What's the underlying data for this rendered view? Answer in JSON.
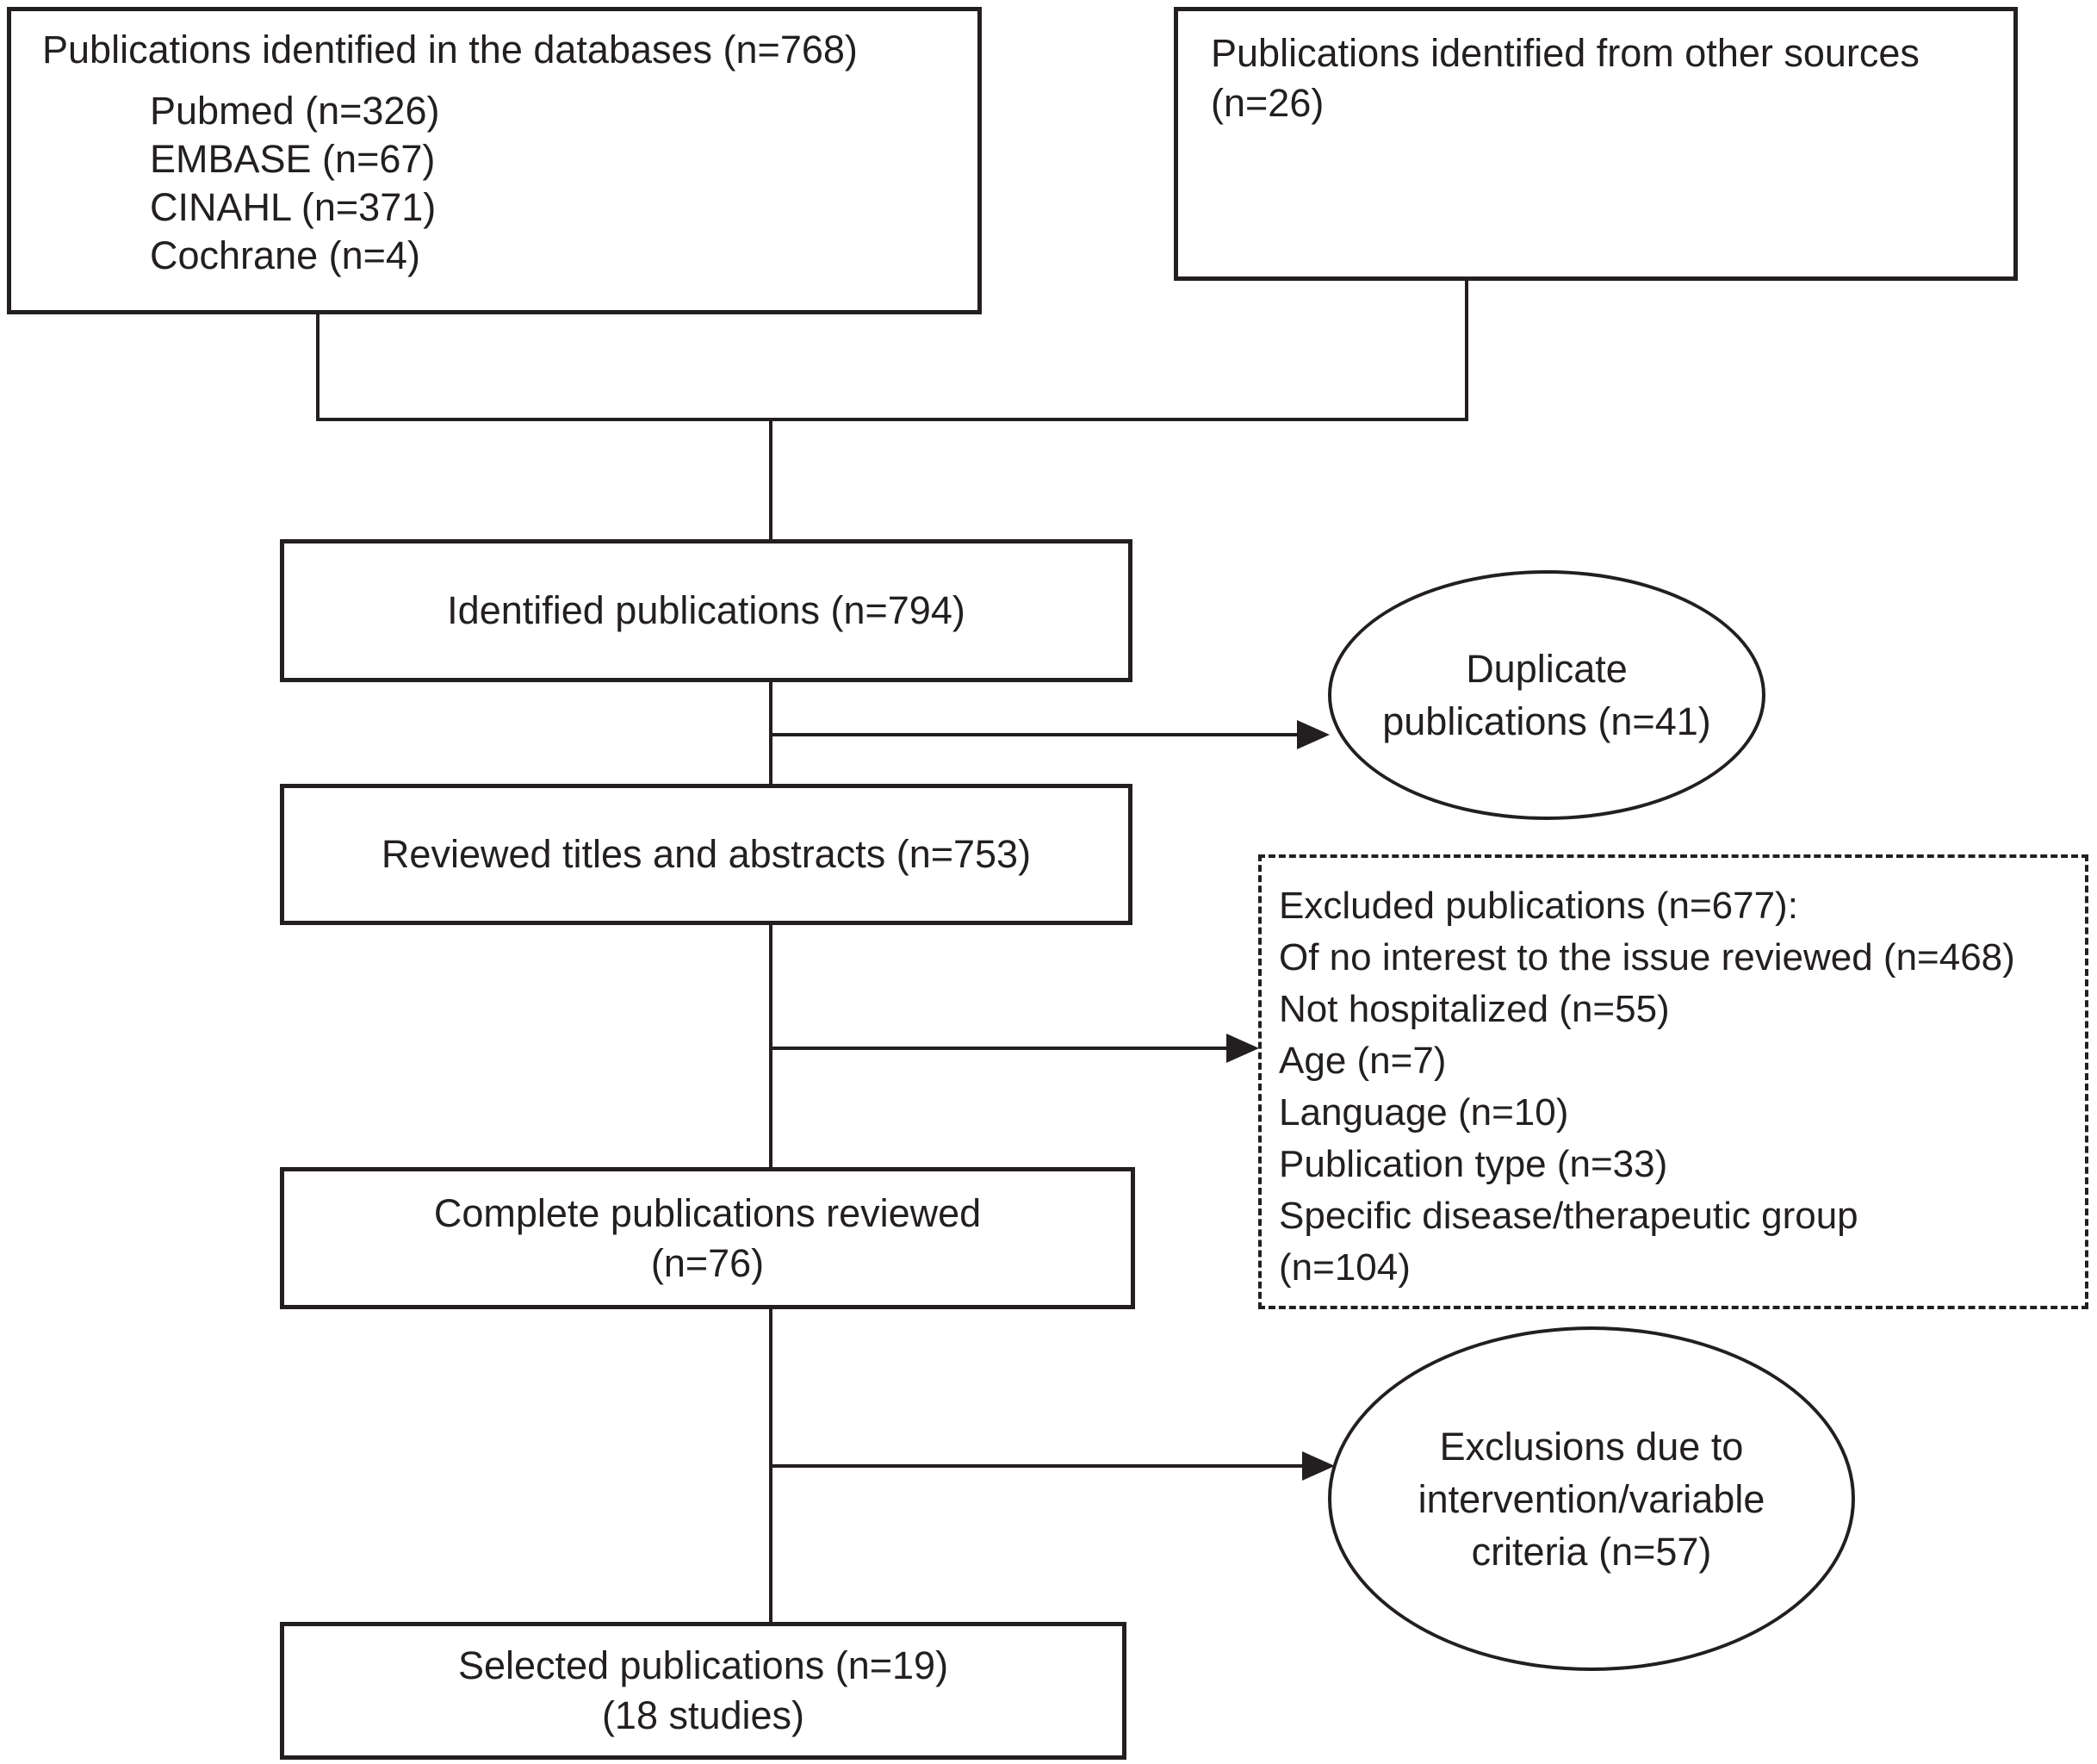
{
  "figure": {
    "type": "prisma-flowchart",
    "boxes": {
      "databases": {
        "title": "Publications identified in the databases (n=768)",
        "items": [
          "Pubmed (n=326)",
          "EMBASE (n=67)",
          "CINAHL (n=371)",
          "Cochrane (n=4)"
        ]
      },
      "other_sources": {
        "lines": [
          "Publications identified from other sources",
          "(n=26)"
        ]
      },
      "identified": {
        "label": "Identified publications (n=794)"
      },
      "reviewed": {
        "label": "Reviewed titles and abstracts (n=753)"
      },
      "complete": {
        "lines": [
          "Complete publications reviewed",
          "(n=76)"
        ]
      },
      "selected": {
        "lines": [
          "Selected publications (n=19)",
          "(18 studies)"
        ]
      }
    },
    "ellipses": {
      "duplicates": {
        "lines": [
          "Duplicate",
          "publications (n=41)"
        ]
      },
      "exclusions": {
        "lines": [
          "Exclusions due to",
          "intervention/variable",
          "criteria (n=57)"
        ]
      }
    },
    "excluded_box": {
      "lines": [
        "Excluded publications (n=677):",
        "Of no interest to the issue reviewed (n=468)",
        "Not hospitalized (n=55)",
        "Age (n=7)",
        "Language (n=10)",
        "Publication type (n=33)",
        "Specific disease/therapeutic group",
        "(n=104)"
      ]
    }
  },
  "colors": {
    "stroke": "#231f20",
    "background": "#ffffff"
  }
}
